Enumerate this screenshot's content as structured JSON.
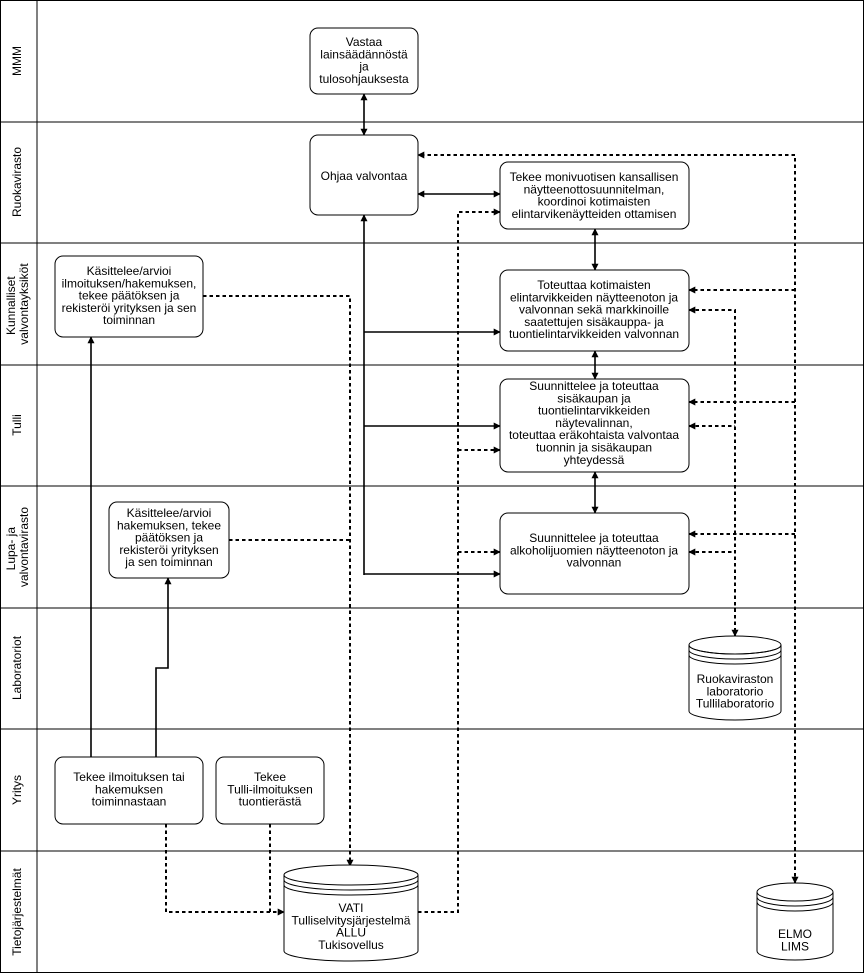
{
  "lanes": [
    {
      "id": "mmm",
      "label": "MMM"
    },
    {
      "id": "ruokavirasto",
      "label": "Ruokavirasto"
    },
    {
      "id": "kunnalliset",
      "label": "Kunnalliset valvontayksiköt"
    },
    {
      "id": "tulli",
      "label": "Tulli"
    },
    {
      "id": "lupa",
      "label": "Lupa- ja valvontavirasto"
    },
    {
      "id": "laboratoriot",
      "label": "Laboratoriot"
    },
    {
      "id": "yritys",
      "label": "Yritys"
    },
    {
      "id": "tietojarjestelmat",
      "label": "Tietojärjestelmät"
    }
  ],
  "boxes": {
    "mmm_vastaa": [
      "Vastaa",
      "lainsäädännöstä",
      "ja",
      "tulosohjauksesta"
    ],
    "rv_ohjaa": [
      "Ohjaa valvontaa"
    ],
    "rv_tekee": [
      "Tekee monivuotisen kansallisen",
      "näytteenottosuunnitelman,",
      "koordinoi kotimaisten",
      "elintarvikenäytteiden ottamisen"
    ],
    "kv_kasittelee": [
      "Käsittelee/arvioi",
      "ilmoituksen/hakemuksen,",
      "tekee päätöksen ja",
      "rekisteröi yrityksen ja sen",
      "toiminnan"
    ],
    "kv_toteuttaa": [
      "Toteuttaa kotimaisten",
      "elintarvikkeiden näytteenoton ja",
      "valvonnan sekä markkinoille",
      "saatettujen sisäkauppa- ja",
      "tuontielintarvikkeiden valvonnan"
    ],
    "tulli_suunnittelee": [
      "Suunnittelee ja toteuttaa",
      "sisäkaupan ja",
      "tuontielintarvikkeiden",
      "näytevalinnan,",
      "toteuttaa eräkohtaista valvontaa",
      "tuonnin ja sisäkaupan",
      "yhteydessä"
    ],
    "lupa_kasittelee": [
      "Käsittelee/arvioi",
      "hakemuksen, tekee",
      "päätöksen ja",
      "rekisteröi yrityksen",
      "ja sen toiminnan"
    ],
    "lupa_suunnittelee": [
      "Suunnittelee ja toteuttaa",
      "alkoholijuomien näytteenoton ja",
      "valvonnan"
    ],
    "yritys_tekee": [
      "Tekee ilmoituksen tai",
      "hakemuksen",
      "toiminnastaan"
    ],
    "yritys_tulli": [
      "Tekee",
      "Tulli-ilmoituksen",
      "tuontierästä"
    ]
  },
  "databases": {
    "lab": [
      "Ruokaviraston",
      "laboratorio",
      "Tullilaboratorio"
    ],
    "vati": [
      "VATI",
      "Tulliselvitysjärjestelmä",
      "ALLU",
      "Tukisovellus"
    ],
    "elmo": [
      "ELMO",
      "LIMS"
    ]
  }
}
